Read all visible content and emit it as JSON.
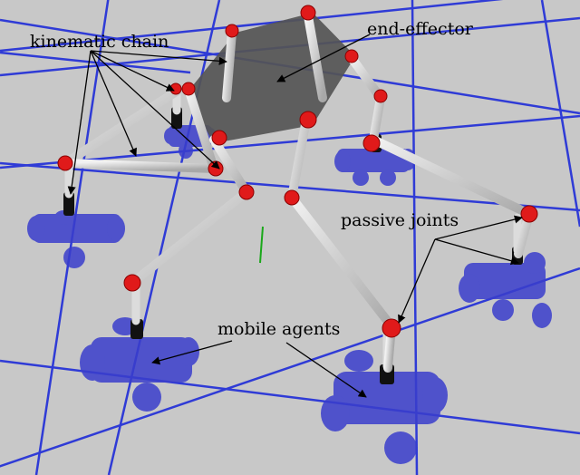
{
  "labels": {
    "kinematic_chain": "kinematic chain",
    "end_effector": "end-effector",
    "passive_joints": "passive joints",
    "mobile_agents": "mobile agents"
  },
  "colors": {
    "floor": "#c8c8c8",
    "grid": "#2f3bd6",
    "agent": "#3a3ecc",
    "link": "#d9d9d9",
    "joint": "#e01a1a",
    "end_effector": "#555555",
    "arrow": "#000000",
    "axis": "#1aa81a"
  },
  "elements": {
    "end_effector": "end-effector",
    "mobile_agents": 6,
    "chains": 6
  }
}
